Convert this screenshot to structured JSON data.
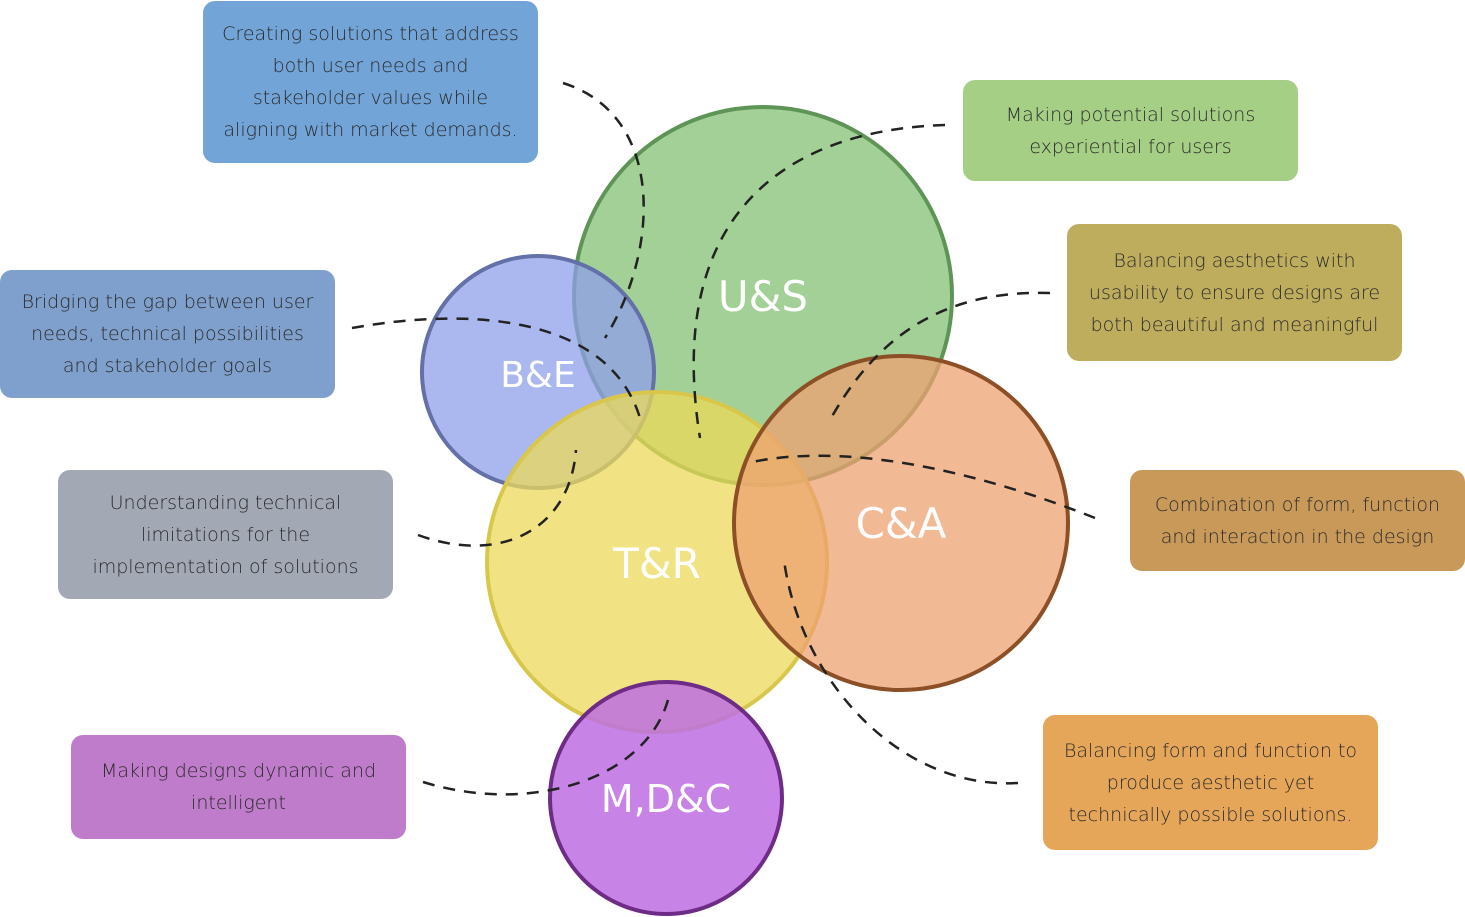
{
  "circles": {
    "us": {
      "label": "U&S",
      "fill": "#8cc47c",
      "stroke": "#5e9556"
    },
    "be": {
      "label": "B&E",
      "fill": "#8f9fea",
      "stroke": "#6470a8"
    },
    "tr": {
      "label": "T&R",
      "fill": "#ecd95a",
      "stroke": "#d8c74a"
    },
    "ca": {
      "label": "C&A",
      "fill": "#eda272",
      "stroke": "#8c4f26"
    },
    "mdc": {
      "label": "M,D&C",
      "fill": "#bd6fe2",
      "stroke": "#6f2c86"
    }
  },
  "boxes": {
    "business": "Creating solutions that address\nboth user needs and\nstakeholder values while\naligning with market demands.",
    "prototype": "Making potential solutions\nexperiential for users",
    "bridging": "Bridging the gap between user\nneeds, technical possibilities\nand stakeholder goals",
    "aesthetic_usability": "Balancing aesthetics with\nusability to ensure designs are\nboth beautiful and meaningful",
    "technical": "Understanding technical\nlimitations for the\nimplementation of solutions",
    "form_function": "Combination of form, function\nand interaction in the design",
    "dynamic": "Making designs dynamic and\nintelligent",
    "aesthetic_technical": "Balancing form and function to\nproduce aesthetic yet\ntechnically possible solutions."
  }
}
